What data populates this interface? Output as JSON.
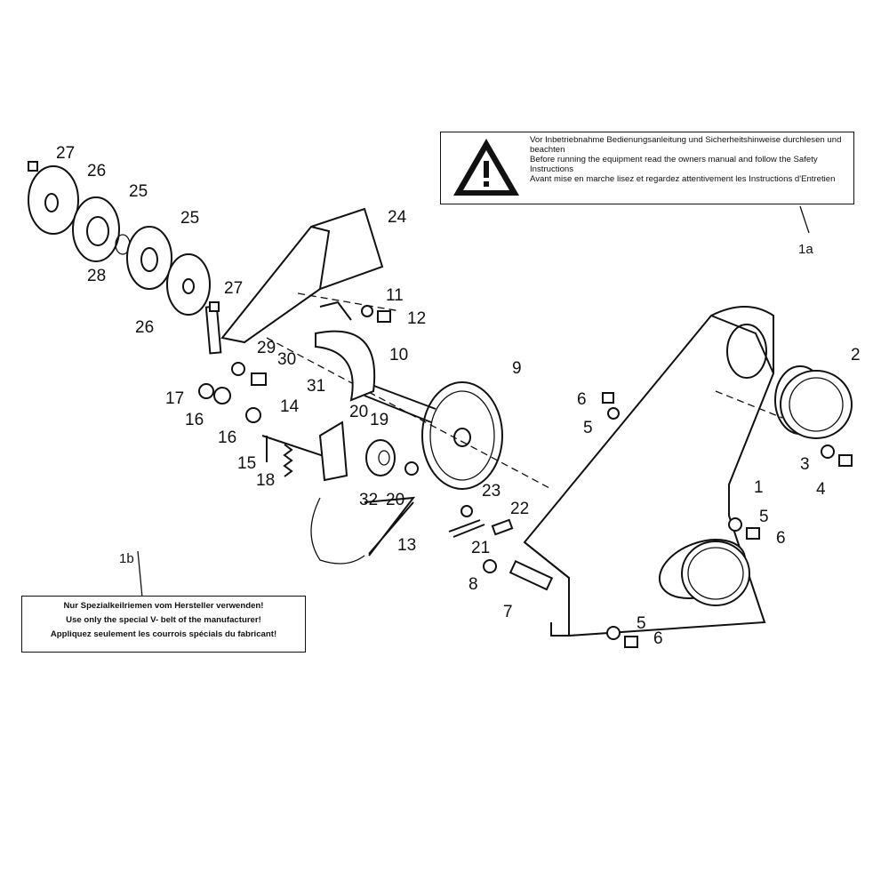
{
  "warning_label": {
    "ref": "1a",
    "icon": "warning-triangle-icon",
    "lines": [
      "Vor Inbetriebnahme Bedienungsanleitung und Sicherheitshinweise durchlesen und beachten",
      "Before running the equipment read the owners manual and follow the Safety Instructions",
      "Avant mise en marche lisez et regardez attentivement les Instructions d'Entretien"
    ]
  },
  "belt_label": {
    "ref": "1b",
    "lines": [
      "Nur Spezialkeilriemen vom Hersteller verwenden!",
      "Use only the special V- belt of the manufacturer!",
      "Appliquez seulement les courrois spécials du fabricant!"
    ]
  },
  "callouts": [
    "27",
    "26",
    "25",
    "25",
    "28",
    "27",
    "26",
    "24",
    "11",
    "12",
    "29",
    "30",
    "10",
    "9",
    "17",
    "16",
    "31",
    "14",
    "20",
    "19",
    "16",
    "15",
    "18",
    "32",
    "20",
    "23",
    "22",
    "21",
    "13",
    "8",
    "7",
    "6",
    "5",
    "2",
    "3",
    "4",
    "1",
    "5",
    "6",
    "5",
    "6"
  ]
}
